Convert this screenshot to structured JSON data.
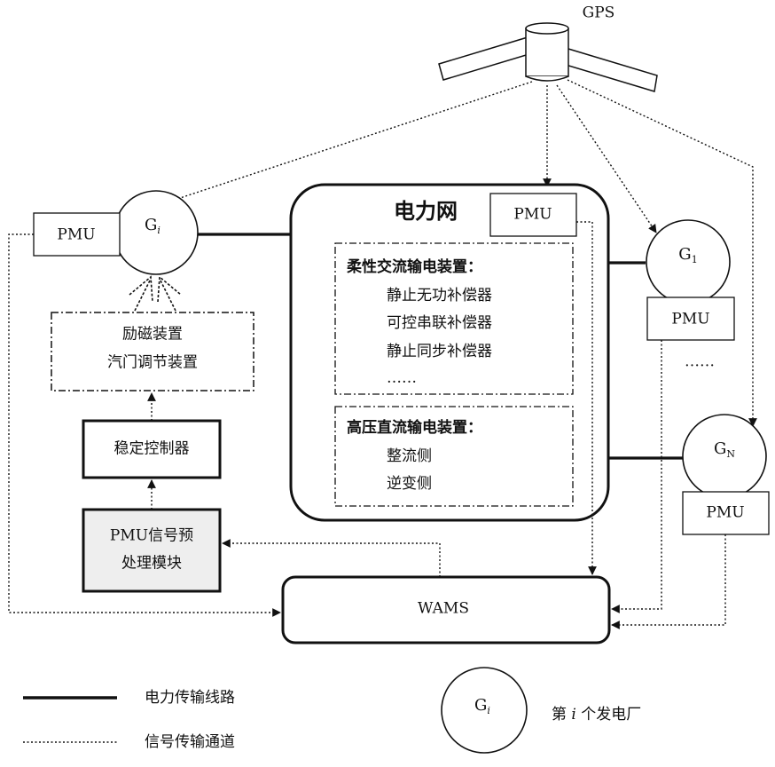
{
  "gps": {
    "label": "GPS"
  },
  "grid": {
    "title": "电力网",
    "pmu": "PMU",
    "facts": {
      "title": "柔性交流输电装置：",
      "items": [
        "静止无功补偿器",
        "可控串联补偿器",
        "静止同步补偿器",
        "……"
      ]
    },
    "hvdc": {
      "title": "高压直流输电装置：",
      "items": [
        "整流侧",
        "逆变侧"
      ]
    }
  },
  "gi": {
    "letter": "G",
    "sub": "i",
    "pmu": "PMU"
  },
  "g1": {
    "letter": "G",
    "sub": "1",
    "pmu": "PMU"
  },
  "gn": {
    "letter": "G",
    "sub": "N",
    "pmu": "PMU"
  },
  "ellipsis": "……",
  "excitation": {
    "line1": "励磁装置",
    "line2": "汽门调节装置"
  },
  "controller": {
    "label": "稳定控制器"
  },
  "preprocess": {
    "line1": "PMU信号预",
    "line2": "处理模块"
  },
  "wams": {
    "label": "WAMS"
  },
  "legend": {
    "power_line": "电力传输线路",
    "signal_line": "信号传输通道",
    "plant_letter": "G",
    "plant_sub": "i",
    "plant_pre": "第 ",
    "plant_var": "i",
    "plant_post": " 个发电厂"
  },
  "colors": {
    "line": "#111111",
    "preprocess_fill": "#eeeeee"
  }
}
